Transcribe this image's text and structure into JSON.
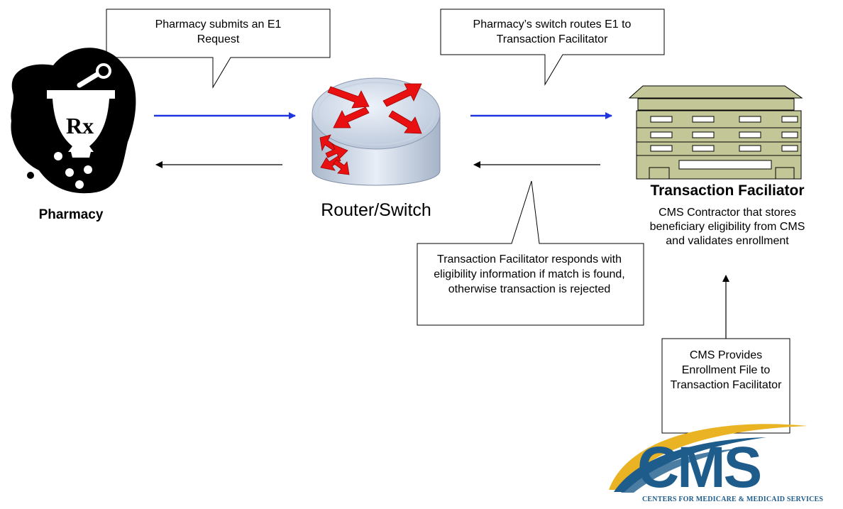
{
  "callouts": {
    "pharmacy_submits": "Pharmacy submits an E1 Request",
    "switch_routes": "Pharmacy’s switch routes E1 to Transaction Facilitator",
    "tf_responds": "Transaction Facilitator responds with eligibility information if match is found, otherwise transaction is rejected",
    "cms_provides": "CMS Provides Enrollment File to Transaction Facilitator"
  },
  "nodes": {
    "pharmacy": {
      "label": "Pharmacy",
      "icon": "mortar-pestle-rx-icon",
      "icon_text": "Rx"
    },
    "router": {
      "label": "Router/Switch",
      "icon": "router-icon"
    },
    "transaction_facilitator": {
      "title": "Transaction Faciliator",
      "description": "CMS Contractor that stores beneficiary eligibility from CMS and validates enrollment",
      "icon": "office-building-icon"
    }
  },
  "logo": {
    "name": "cms-logo",
    "text": "CMS",
    "subtext": "CENTERS FOR MEDICARE & MEDICAID SERVICES"
  },
  "colors": {
    "request_arrow": "#1f35e0",
    "response_arrow": "#000000",
    "router_arrows": "#e81010",
    "building": "#c3c798",
    "cms_blue": "#1e5c8c",
    "cms_gold": "#e9b324"
  }
}
